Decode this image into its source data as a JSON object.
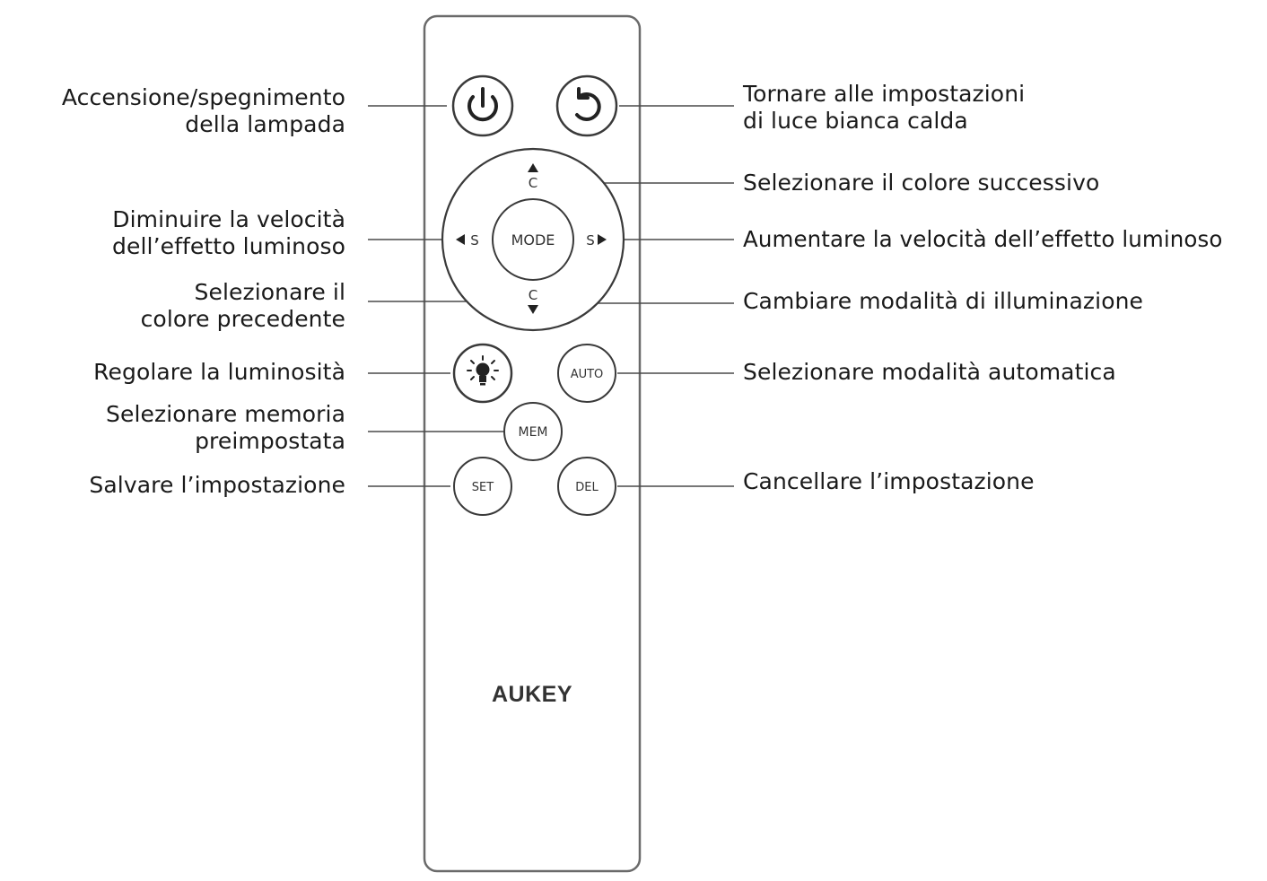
{
  "remote": {
    "brand": "AUKEY",
    "buttons": {
      "mode": "MODE",
      "auto": "AUTO",
      "mem": "MEM",
      "set": "SET",
      "del": "DEL",
      "dpad_up": "C",
      "dpad_down": "C",
      "dpad_left": "S",
      "dpad_right": "S"
    },
    "icons": {
      "power": "power-icon",
      "reset": "undo-arrow-icon",
      "brightness": "lightbulb-sun-icon"
    }
  },
  "labels": {
    "power": [
      "Accensione/spegnimento",
      "della lampada"
    ],
    "reset": [
      "Tornare alle impostazioni",
      "di luce bianca calda"
    ],
    "next_color": [
      "Selezionare il colore successivo"
    ],
    "speed_down": [
      "Diminuire la velocità",
      "dell’effetto luminoso"
    ],
    "speed_up": [
      "Aumentare la velocità dell’effetto luminoso"
    ],
    "prev_color": [
      "Selezionare il",
      "colore precedente"
    ],
    "mode": [
      "Cambiare modalità di illuminazione"
    ],
    "brightness": [
      "Regolare la luminosità"
    ],
    "auto": [
      "Selezionare modalità automatica"
    ],
    "memory": [
      "Selezionare memoria",
      "preimpostata"
    ],
    "save": [
      "Salvare l’impostazione"
    ],
    "delete": [
      "Cancellare l’impostazione"
    ]
  }
}
